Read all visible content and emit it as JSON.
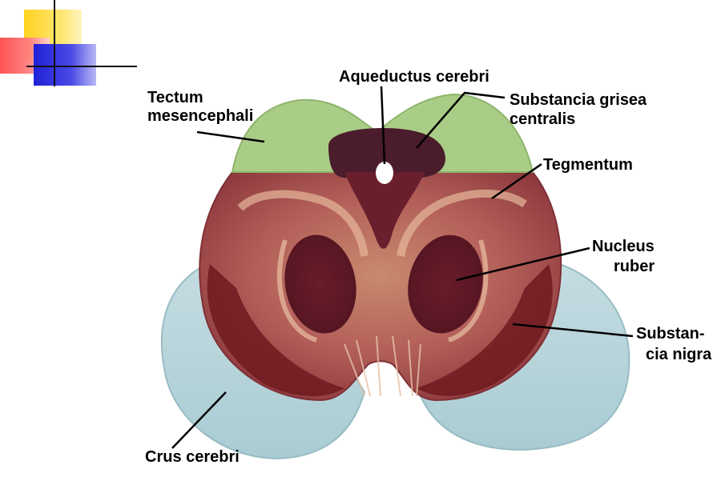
{
  "slide": {
    "labels": {
      "aqueductus": "Aqueductus  cerebri",
      "tectum_line1": "Tectum",
      "tectum_line2": "mesencephali",
      "substancia_grisea_line1": "Substancia grisea",
      "substancia_grisea_line2": "centralis",
      "tegmentum": "Tegmentum",
      "nucleus_line1": "Nucleus",
      "nucleus_line2": "ruber",
      "nigra_line1": "Substan-",
      "nigra_line2": "cia nigra",
      "crus": "Crus cerebri"
    }
  },
  "colors": {
    "tectum_green": "#a9cd86",
    "tegmentum_red": "#b55a55",
    "dark_maroon": "#5a1a2a",
    "crus_blue": "#b7d4da",
    "nigra_dark": "#6e1a1e"
  }
}
